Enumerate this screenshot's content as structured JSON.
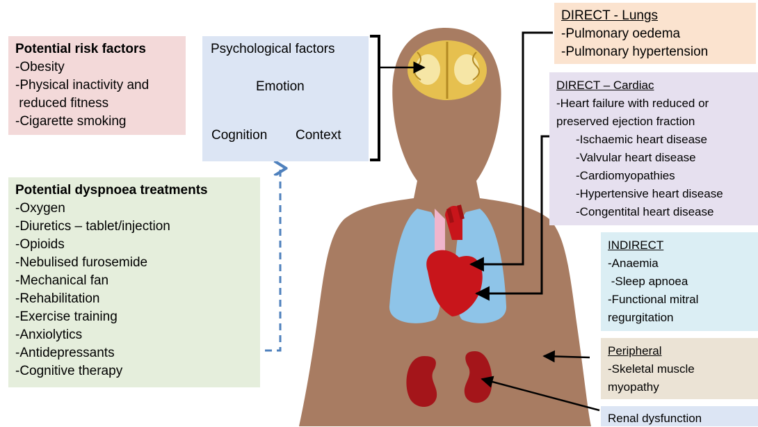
{
  "risk_factors": {
    "title": "Potential risk factors",
    "items": [
      "-Obesity",
      "-Physical inactivity and",
      " reduced fitness",
      "-Cigarette smoking"
    ]
  },
  "psychological": {
    "title": "Psychological factors",
    "emotion": "Emotion",
    "cognition": "Cognition",
    "context": "Context"
  },
  "treatments": {
    "title": "Potential dyspnoea treatments",
    "items": [
      "-Oxygen",
      "-Diuretics – tablet/injection",
      "-Opioids",
      "-Nebulised furosemide",
      "-Mechanical fan",
      "-Rehabilitation",
      "-Exercise training",
      "-Anxiolytics",
      "-Antidepressants",
      "-Cognitive therapy"
    ]
  },
  "direct_lungs": {
    "title": "DIRECT - Lungs",
    "items": [
      "-Pulmonary oedema",
      "-Pulmonary hypertension"
    ]
  },
  "direct_cardiac": {
    "title": "DIRECT – Cardiac",
    "items": [
      "-Heart failure with reduced or",
      "preserved ejection fraction"
    ],
    "subitems": [
      "-Ischaemic heart disease",
      "-Valvular heart disease",
      "-Cardiomyopathies",
      "-Hypertensive heart disease",
      "-Congentital heart disease"
    ]
  },
  "indirect": {
    "title": "INDIRECT",
    "items": [
      "-Anaemia",
      " -Sleep apnoea",
      "-Functional mitral",
      "regurgitation"
    ]
  },
  "peripheral": {
    "title": "Peripheral",
    "items": [
      "-Skeletal muscle",
      "myopathy"
    ]
  },
  "renal": {
    "title": "Renal dysfunction"
  },
  "colors": {
    "body": "#a87c62",
    "lungs": "#8ec4e8",
    "heart": "#c8151b",
    "kidney": "#a4151a",
    "brain": "#e6c04f",
    "triangle": "#8aaee0",
    "dashed_arrow": "#4f81bd",
    "bracket_blue": "#4472c4"
  }
}
